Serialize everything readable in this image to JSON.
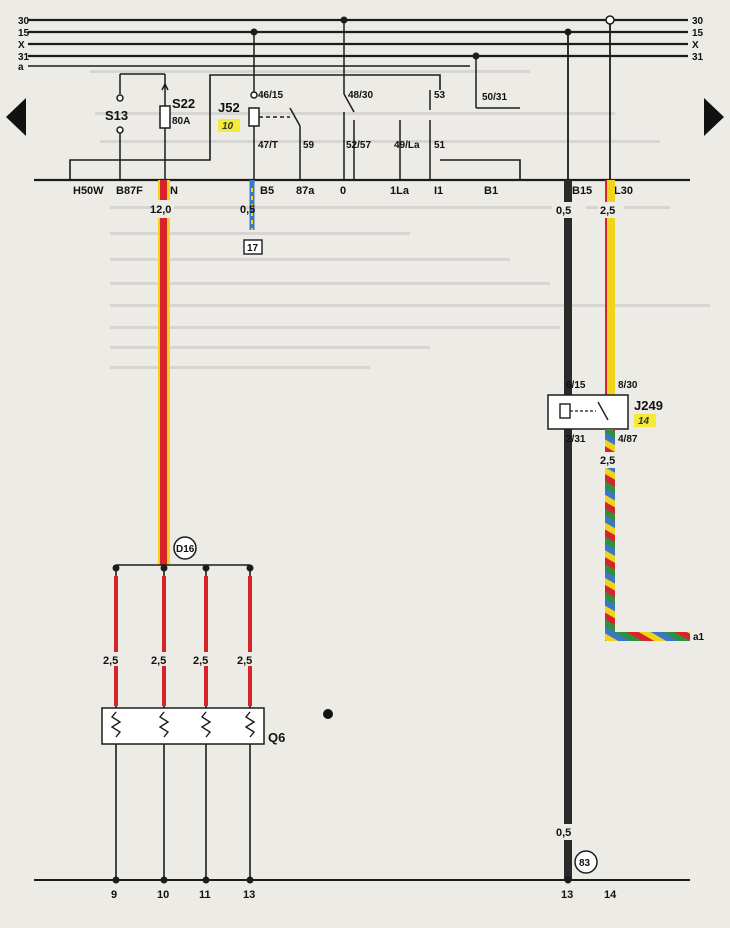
{
  "rails": {
    "r30": "30",
    "r15": "15",
    "rX": "X",
    "r31": "31",
    "ra": "a",
    "r30b": "30",
    "r15b": "15",
    "rXb": "X",
    "r31b": "31"
  },
  "components": {
    "s13": "S13",
    "s22": "S22",
    "s22_rating": "80A",
    "j52": "J52",
    "j52_badge": "10",
    "j249": "J249",
    "j249_badge": "14",
    "q6": "Q6",
    "d16": "D16"
  },
  "relay_j52": {
    "p46": "46/15",
    "p47": "47/T",
    "p59": "59",
    "p48": "48/30",
    "p52": "52/57",
    "p49": "49/La",
    "p51": "51",
    "p53": "53",
    "p50": "50/31"
  },
  "relay_j249": {
    "p6": "6/15",
    "p8": "8/30",
    "p2": "2/31",
    "p4": "4/87"
  },
  "terminals": [
    "H50W",
    "B87F",
    "N",
    "B5",
    "87a",
    "0",
    "1La",
    "I1",
    "B1",
    "B15",
    "L30"
  ],
  "wires": {
    "n_size": "12,0",
    "b5_size": "0,5",
    "b15_size": "0,5",
    "l30_size": "2,5",
    "j249_out_size": "2,5",
    "q6_sizes": [
      "2,5",
      "2,5",
      "2,5",
      "2,5"
    ],
    "ground_size": "0,5"
  },
  "connectors": {
    "c17": "17",
    "c83": "83",
    "a1": "a1"
  },
  "bottom_numbers": [
    "9",
    "10",
    "11",
    "13",
    "13",
    "14"
  ],
  "colors": {
    "red": "#d6242b",
    "yellow": "#f1d31b",
    "black": "#1c1c1c",
    "blue": "#3a78c7",
    "green": "#2f8f3d",
    "grey": "#8a8a8a",
    "badge": "#f4ea3a"
  }
}
